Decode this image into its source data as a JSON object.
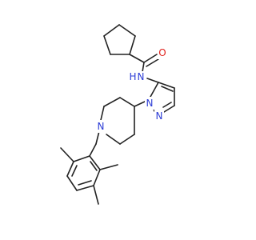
{
  "molecule": {
    "colors": {
      "bond": "#222222",
      "nitrogen": "#2b3bd6",
      "oxygen": "#e0201b",
      "background": "#ffffff"
    },
    "atom_labels": {
      "oxygen": "O",
      "amide_nh": "N",
      "amide_nh_h": "H",
      "pyrazole_n1": "N",
      "pyrazole_n2": "N",
      "piperidine_n": "N"
    }
  }
}
